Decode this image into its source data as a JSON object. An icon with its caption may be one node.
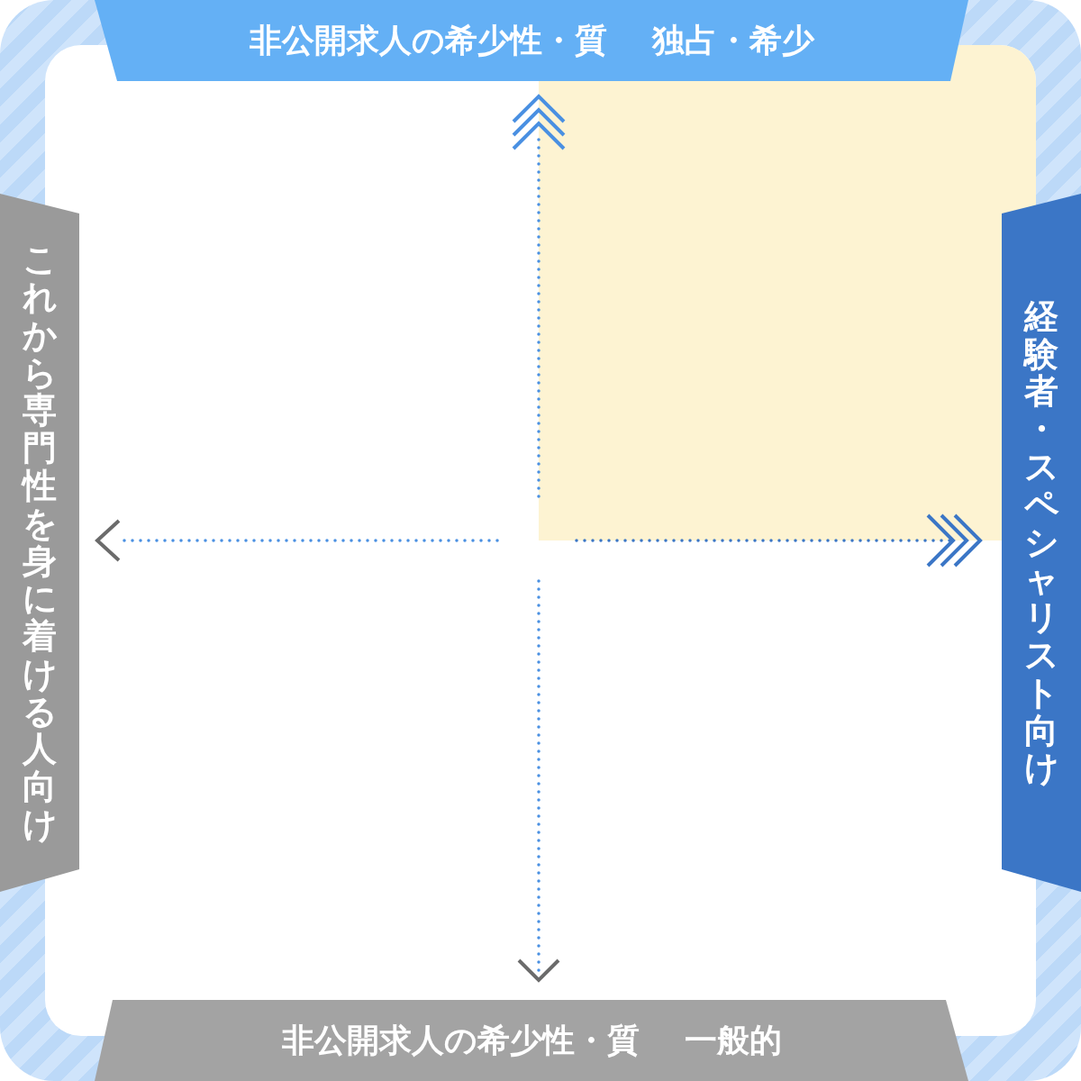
{
  "diagram": {
    "nodes": [
      {
        "text": [
          "非公開求人の希少性・質",
          "独占・希少"
        ]
      },
      {
        "text": [
          "これから専門性を身に着ける人向け"
        ]
      },
      {
        "text": [
          "経験者・スペシャリスト向け"
        ]
      },
      {
        "text": [
          "非公開求人の希少性・質",
          "一般的"
        ]
      }
    ]
  }
}
